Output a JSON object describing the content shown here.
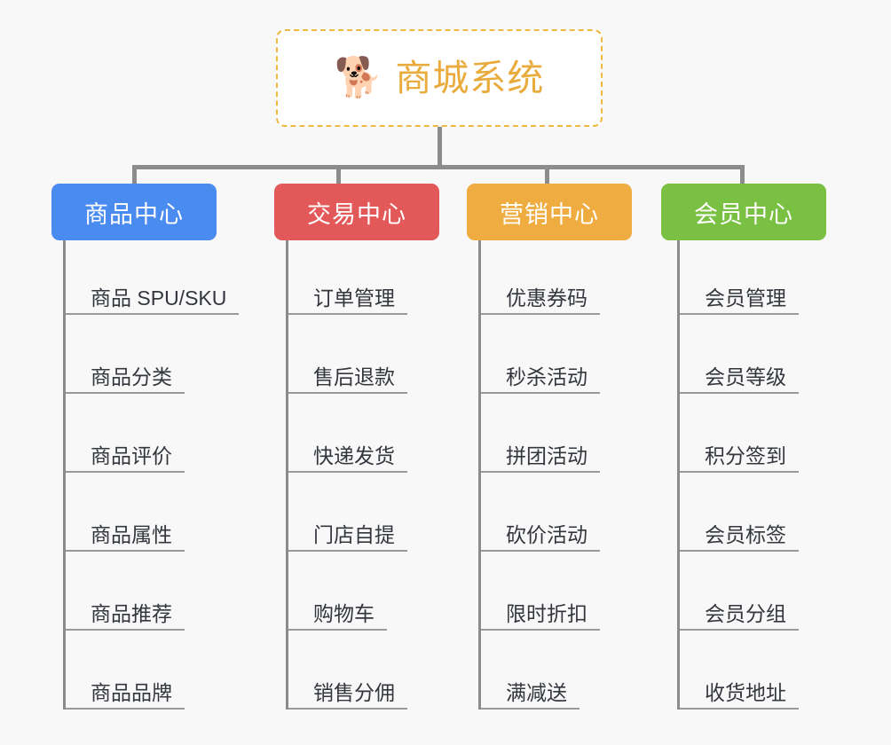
{
  "root": {
    "icon": "shiba-dog-emoji",
    "icon_glyph": "🐕",
    "title": "商城系统",
    "border_color": "#efb93f",
    "text_color": "#e8ab3c"
  },
  "connector_color": "#8c8c8c",
  "background_color": "#f8f8f8",
  "columns": [
    {
      "id": "product-center",
      "header": "商品中心",
      "color": "#4a8bf0",
      "items": [
        "商品 SPU/SKU",
        "商品分类",
        "商品评价",
        "商品属性",
        "商品推荐",
        "商品品牌"
      ]
    },
    {
      "id": "trade-center",
      "header": "交易中心",
      "color": "#e3595a",
      "items": [
        "订单管理",
        "售后退款",
        "快递发货",
        "门店自提",
        "购物车",
        "销售分佣"
      ]
    },
    {
      "id": "marketing-center",
      "header": "营销中心",
      "color": "#eeac41",
      "items": [
        "优惠券码",
        "秒杀活动",
        "拼团活动",
        "砍价活动",
        "限时折扣",
        "满减送"
      ]
    },
    {
      "id": "member-center",
      "header": "会员中心",
      "color": "#79c043",
      "items": [
        "会员管理",
        "会员等级",
        "积分签到",
        "会员标签",
        "会员分组",
        "收货地址"
      ]
    }
  ]
}
